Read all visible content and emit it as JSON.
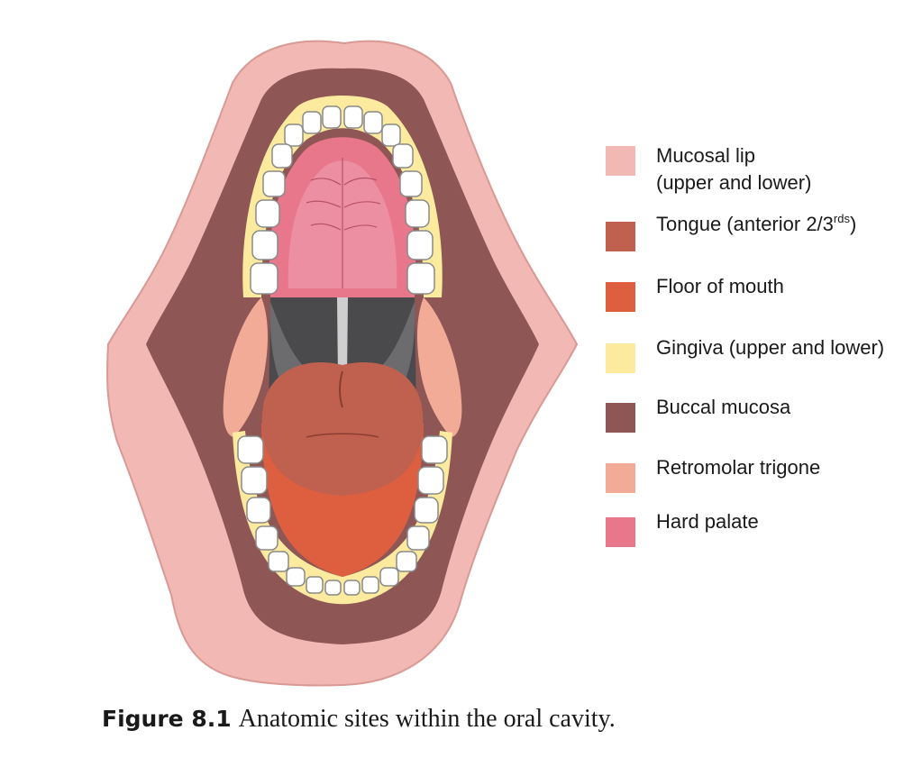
{
  "legend": {
    "items": [
      {
        "label": "Mucosal lip",
        "label2": "(upper and lower)",
        "color": "#f2b8b4"
      },
      {
        "label": "Tongue (anterior 2/3",
        "sup": "rds",
        "suffix": ")",
        "color": "#c0614f"
      },
      {
        "label": "Floor of mouth",
        "color": "#de5f40"
      },
      {
        "label": "Gingiva (upper and lower)",
        "color": "#fcea9e"
      },
      {
        "label": "Buccal mucosa",
        "color": "#8e5655"
      },
      {
        "label": "Retromolar trigone",
        "color": "#f2ab97"
      },
      {
        "label": "Hard palate",
        "color": "#e8778c"
      }
    ]
  },
  "caption": {
    "number": "Figure 8.1",
    "text": "Anatomic sites within the oral cavity."
  }
}
